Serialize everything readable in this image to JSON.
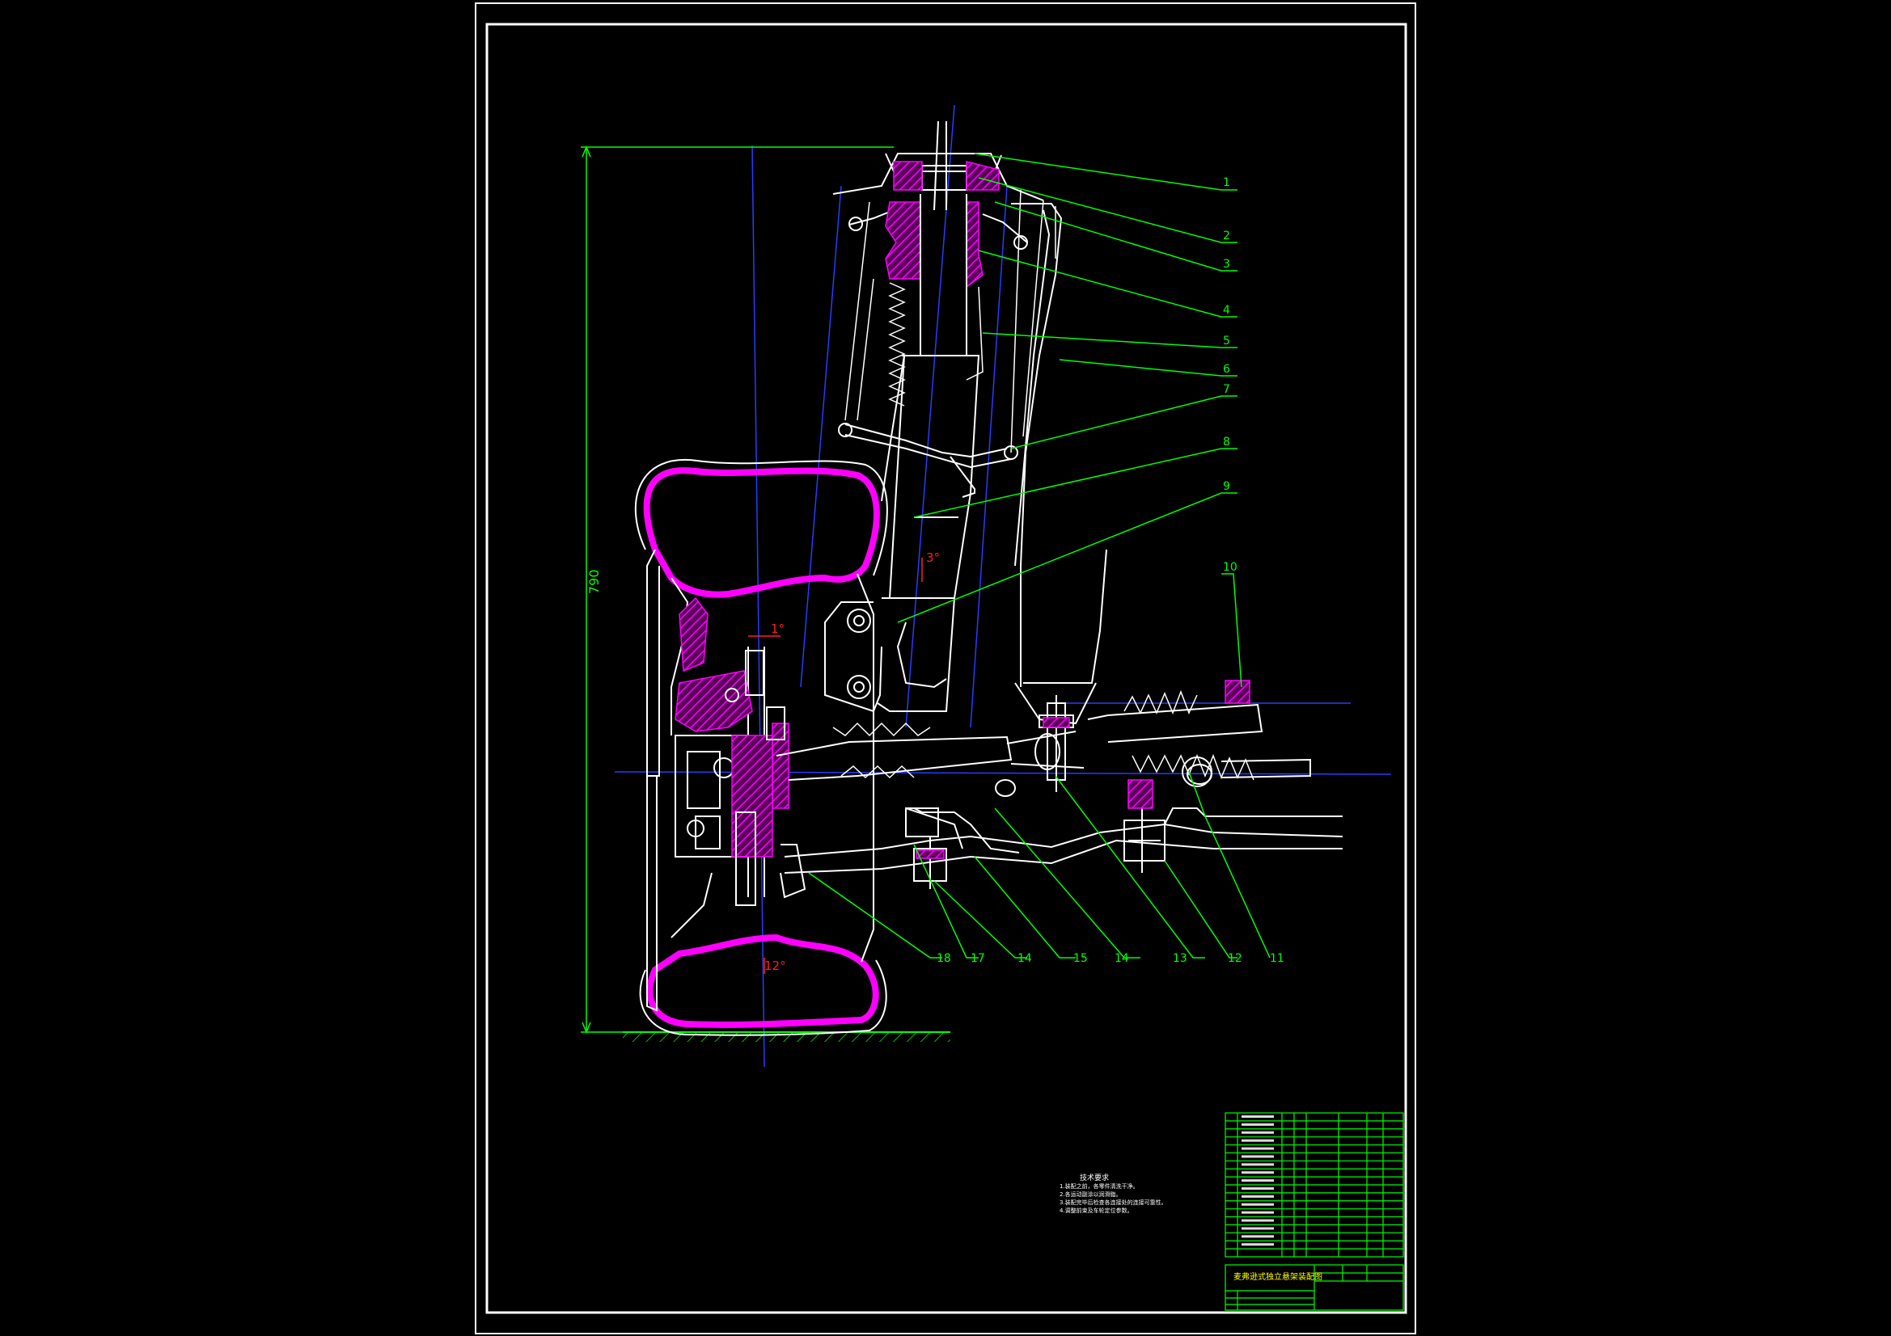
{
  "drawing": {
    "dimension_height": "790",
    "angle_top": "3°",
    "angle_middle": "1°",
    "angle_bottom": "12°",
    "leader_numbers": [
      "1",
      "2",
      "3",
      "4",
      "5",
      "6",
      "7",
      "8",
      "9",
      "10",
      "11",
      "12",
      "13",
      "14",
      "15",
      "14",
      "17",
      "18"
    ],
    "tech_requirements": {
      "heading": "技术要求",
      "lines": [
        "1.装配之前，各零件清洗干净。",
        "2.各运动副涂以润滑脂。",
        "3.装配完毕后检查各连接处的连接可靠性。",
        "4.调整前束及车轮定位参数。"
      ]
    },
    "title_block": {
      "drawing_title": "麦弗逊式独立悬架装配图"
    },
    "colors": {
      "background": "#000000",
      "frame": "#ffffff",
      "line": "#ffffff",
      "dimension": "#00ff00",
      "centerline": "#2a3bff",
      "section": "#ff00ff",
      "angle_text": "#ff2020"
    }
  }
}
